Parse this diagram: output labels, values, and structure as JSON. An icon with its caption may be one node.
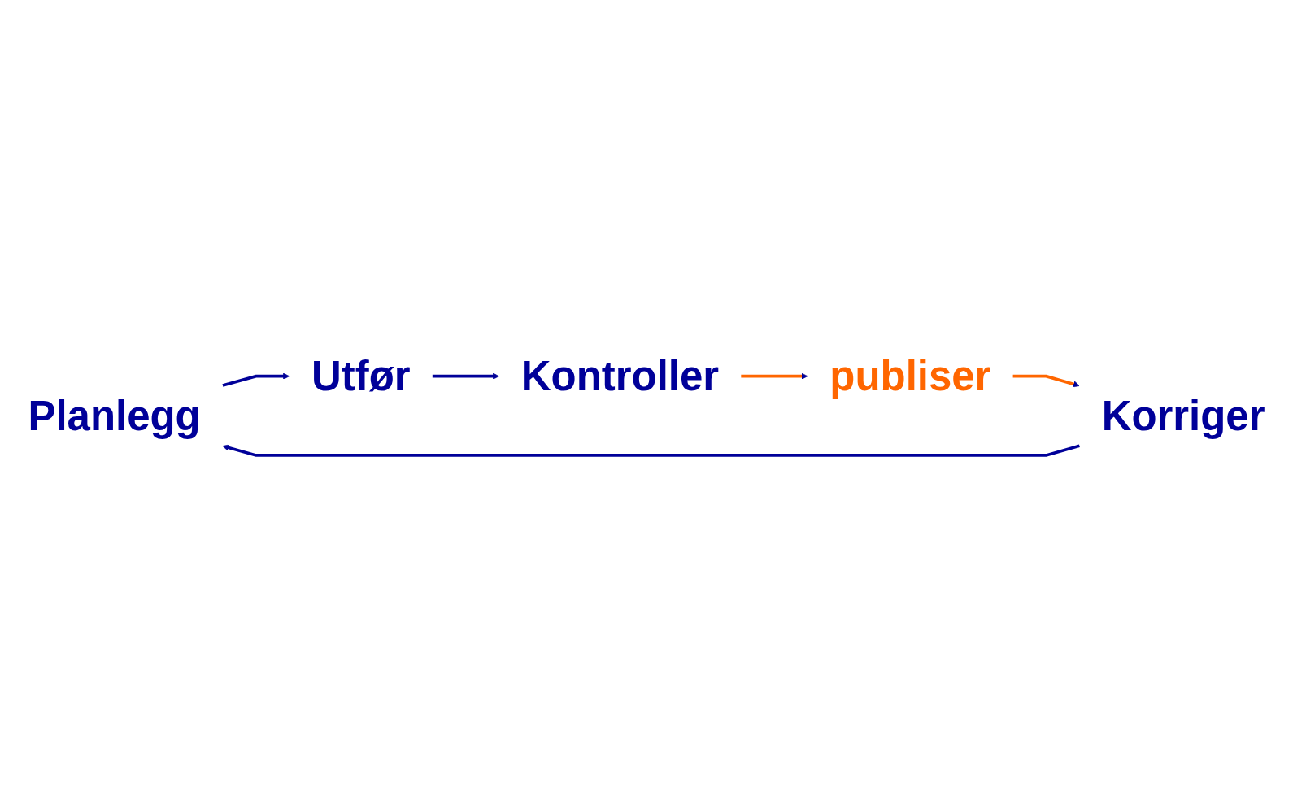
{
  "diagram": {
    "nodes": [
      {
        "text": [
          "Planlegg"
        ]
      },
      {
        "text": [
          "Utfør"
        ]
      },
      {
        "text": [
          "Kontroller"
        ]
      },
      {
        "text": [
          "publiser"
        ]
      },
      {
        "text": [
          "Korriger"
        ]
      }
    ],
    "edges": [
      {
        "from": 4,
        "to": 0,
        "arrow": "to"
      },
      {
        "from": 0,
        "to": 1,
        "arrow": "to"
      },
      {
        "from": 1,
        "to": 2,
        "arrow": "to"
      },
      {
        "from": 2,
        "to": 3,
        "arrow": "to",
        "color": "#ff6600"
      },
      {
        "from": 3,
        "to": 4,
        "arrow": "to",
        "color": "#ff6600"
      }
    ]
  }
}
